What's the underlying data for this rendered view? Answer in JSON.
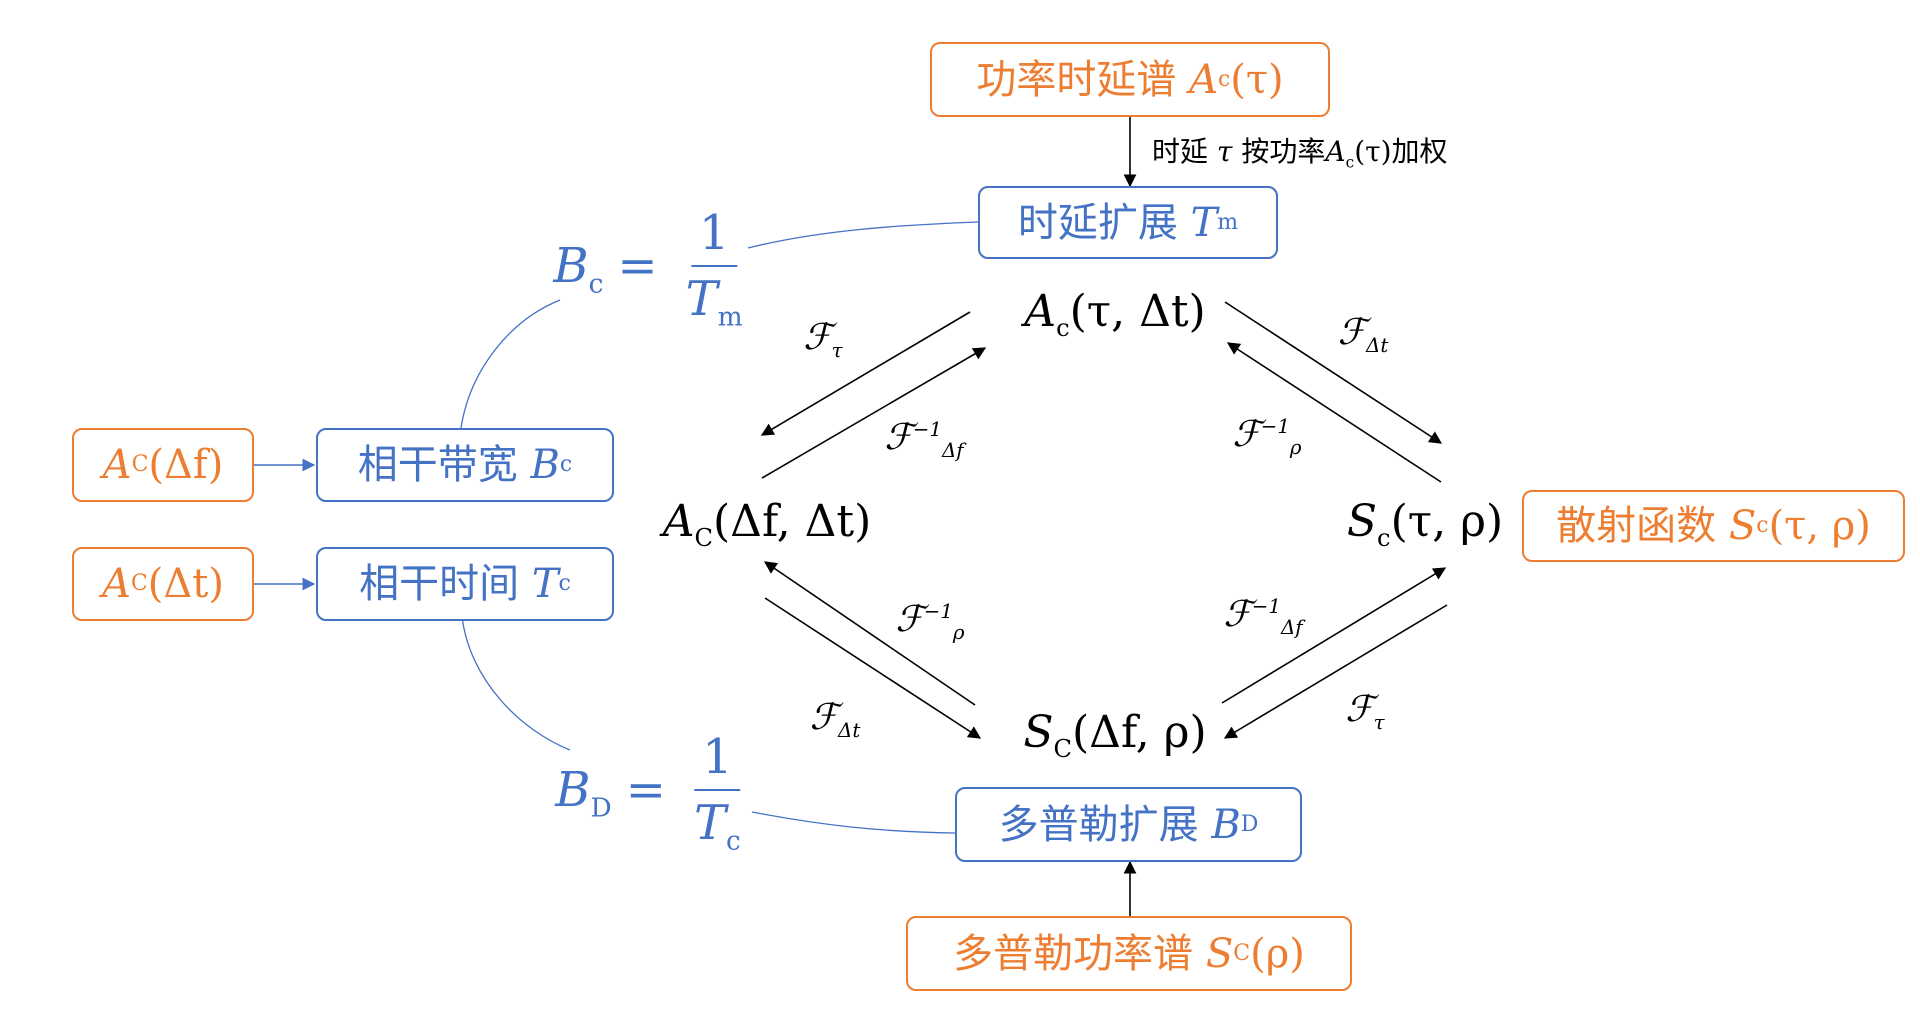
{
  "colors": {
    "orange": "#ED7D31",
    "blue": "#4472C4",
    "black": "#000000"
  },
  "boxes": {
    "power_delay_profile": {
      "text": "功率时延谱",
      "math": "A",
      "sub": "c",
      "tail": "(τ)"
    },
    "delay_spread": {
      "text": "时延扩展",
      "math": "T",
      "sub": "m",
      "tail": ""
    },
    "coherence_bandwidth": {
      "text": "相干带宽",
      "math": "B",
      "sub": "c",
      "tail": ""
    },
    "coherence_time": {
      "text": "相干时间",
      "math": "T",
      "sub": "c",
      "tail": ""
    },
    "freq_corr": {
      "text": "",
      "math": "A",
      "sub": "C",
      "tail": "(Δf)"
    },
    "time_corr": {
      "text": "",
      "math": "A",
      "sub": "C",
      "tail": "(Δt)"
    },
    "scattering_function": {
      "text": "散射函数",
      "math": "S",
      "sub": "c",
      "tail": "(τ, ρ)"
    },
    "doppler_spread": {
      "text": "多普勒扩展",
      "math": "B",
      "sub": "D",
      "tail": ""
    },
    "doppler_psd": {
      "text": "多普勒功率谱",
      "math": "S",
      "sub": "C",
      "tail": "(ρ)"
    }
  },
  "nodes": {
    "top": {
      "math": "A",
      "sub": "c",
      "tail": "(τ, Δt)"
    },
    "left": {
      "math": "A",
      "sub": "C",
      "tail": "(Δf, Δt)"
    },
    "right": {
      "math": "S",
      "sub": "c",
      "tail": "(τ, ρ)"
    },
    "bottom": {
      "math": "S",
      "sub": "C",
      "tail": "(Δf, ρ)"
    }
  },
  "operators": {
    "top_left_out": {
      "sym": "ℱ",
      "sub": "τ",
      "sup": ""
    },
    "top_left_in": {
      "sym": "ℱ",
      "sub": "Δf",
      "sup": "−1"
    },
    "top_right_out": {
      "sym": "ℱ",
      "sub": "Δt",
      "sup": ""
    },
    "top_right_in": {
      "sym": "ℱ",
      "sub": "ρ",
      "sup": "−1"
    },
    "bottom_left_in": {
      "sym": "ℱ",
      "sub": "ρ",
      "sup": "−1"
    },
    "bottom_left_out": {
      "sym": "ℱ",
      "sub": "Δt",
      "sup": ""
    },
    "bottom_right_in": {
      "sym": "ℱ",
      "sub": "Δf",
      "sup": "−1"
    },
    "bottom_right_out": {
      "sym": "ℱ",
      "sub": "τ",
      "sup": ""
    }
  },
  "annotation": {
    "text_a": "时延",
    "var": "τ",
    "text_b": "按功率",
    "math": "A",
    "sub": "c",
    "tail": "(τ)",
    "text_c": "加权"
  },
  "formulas": {
    "bc": {
      "lhs": "B",
      "lhs_sub": "c",
      "eq": "=",
      "num": "1",
      "den": "T",
      "den_sub": "m"
    },
    "bd": {
      "lhs": "B",
      "lhs_sub": "D",
      "eq": "=",
      "num": "1",
      "den": "T",
      "den_sub": "c"
    }
  }
}
